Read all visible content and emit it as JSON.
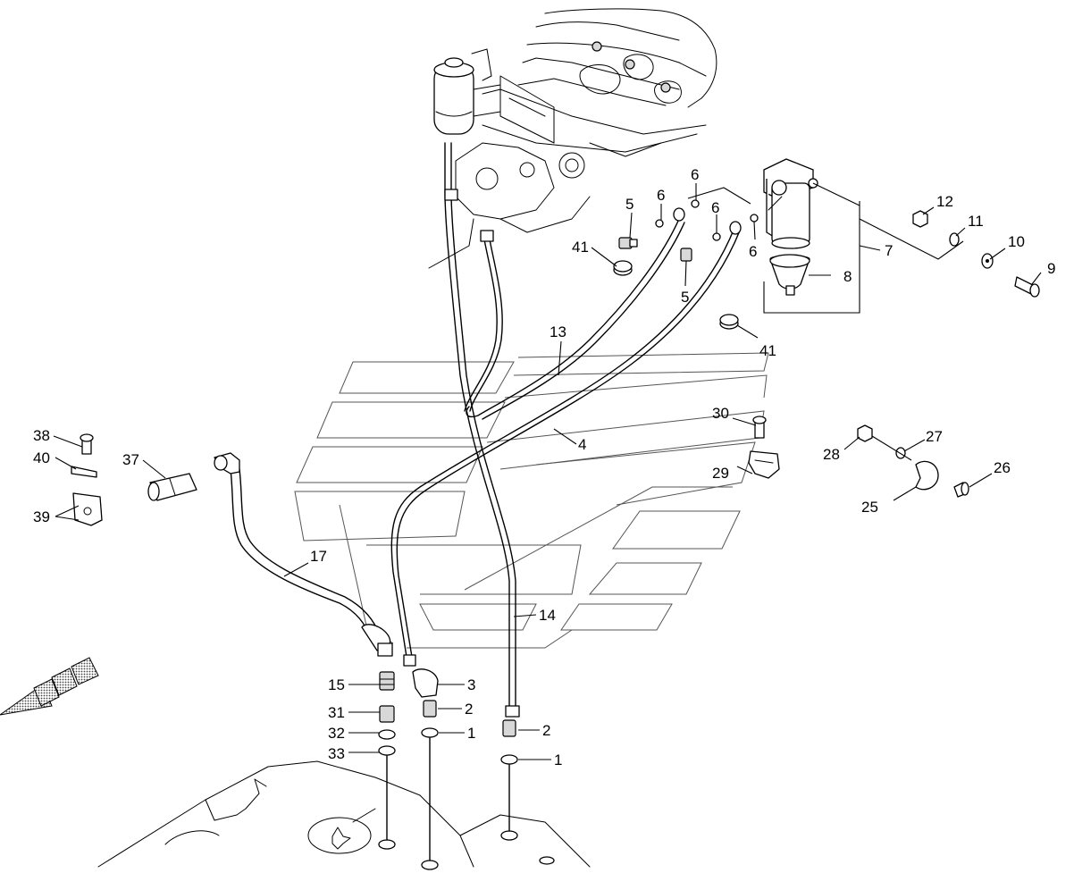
{
  "callouts": {
    "c1a": "1",
    "c1b": "1",
    "c2a": "2",
    "c2b": "2",
    "c3": "3",
    "c4": "4",
    "c5a": "5",
    "c5b": "5",
    "c6a": "6",
    "c6b": "6",
    "c6c": "6",
    "c6d": "6",
    "c7": "7",
    "c8": "8",
    "c9": "9",
    "c10": "10",
    "c11": "11",
    "c12": "12",
    "c13": "13",
    "c14": "14",
    "c15": "15",
    "c17": "17",
    "c25": "25",
    "c26": "26",
    "c27": "27",
    "c28": "28",
    "c29": "29",
    "c30": "30",
    "c31": "31",
    "c32": "32",
    "c33": "33",
    "c37": "37",
    "c38": "38",
    "c39": "39",
    "c40": "40",
    "c41a": "41",
    "c41b": "41"
  },
  "colors": {
    "line": "#000000",
    "background": "#ffffff",
    "hatch": "#888888"
  },
  "icons": {
    "direction_arrow": "forward-direction-arrow-icon"
  }
}
